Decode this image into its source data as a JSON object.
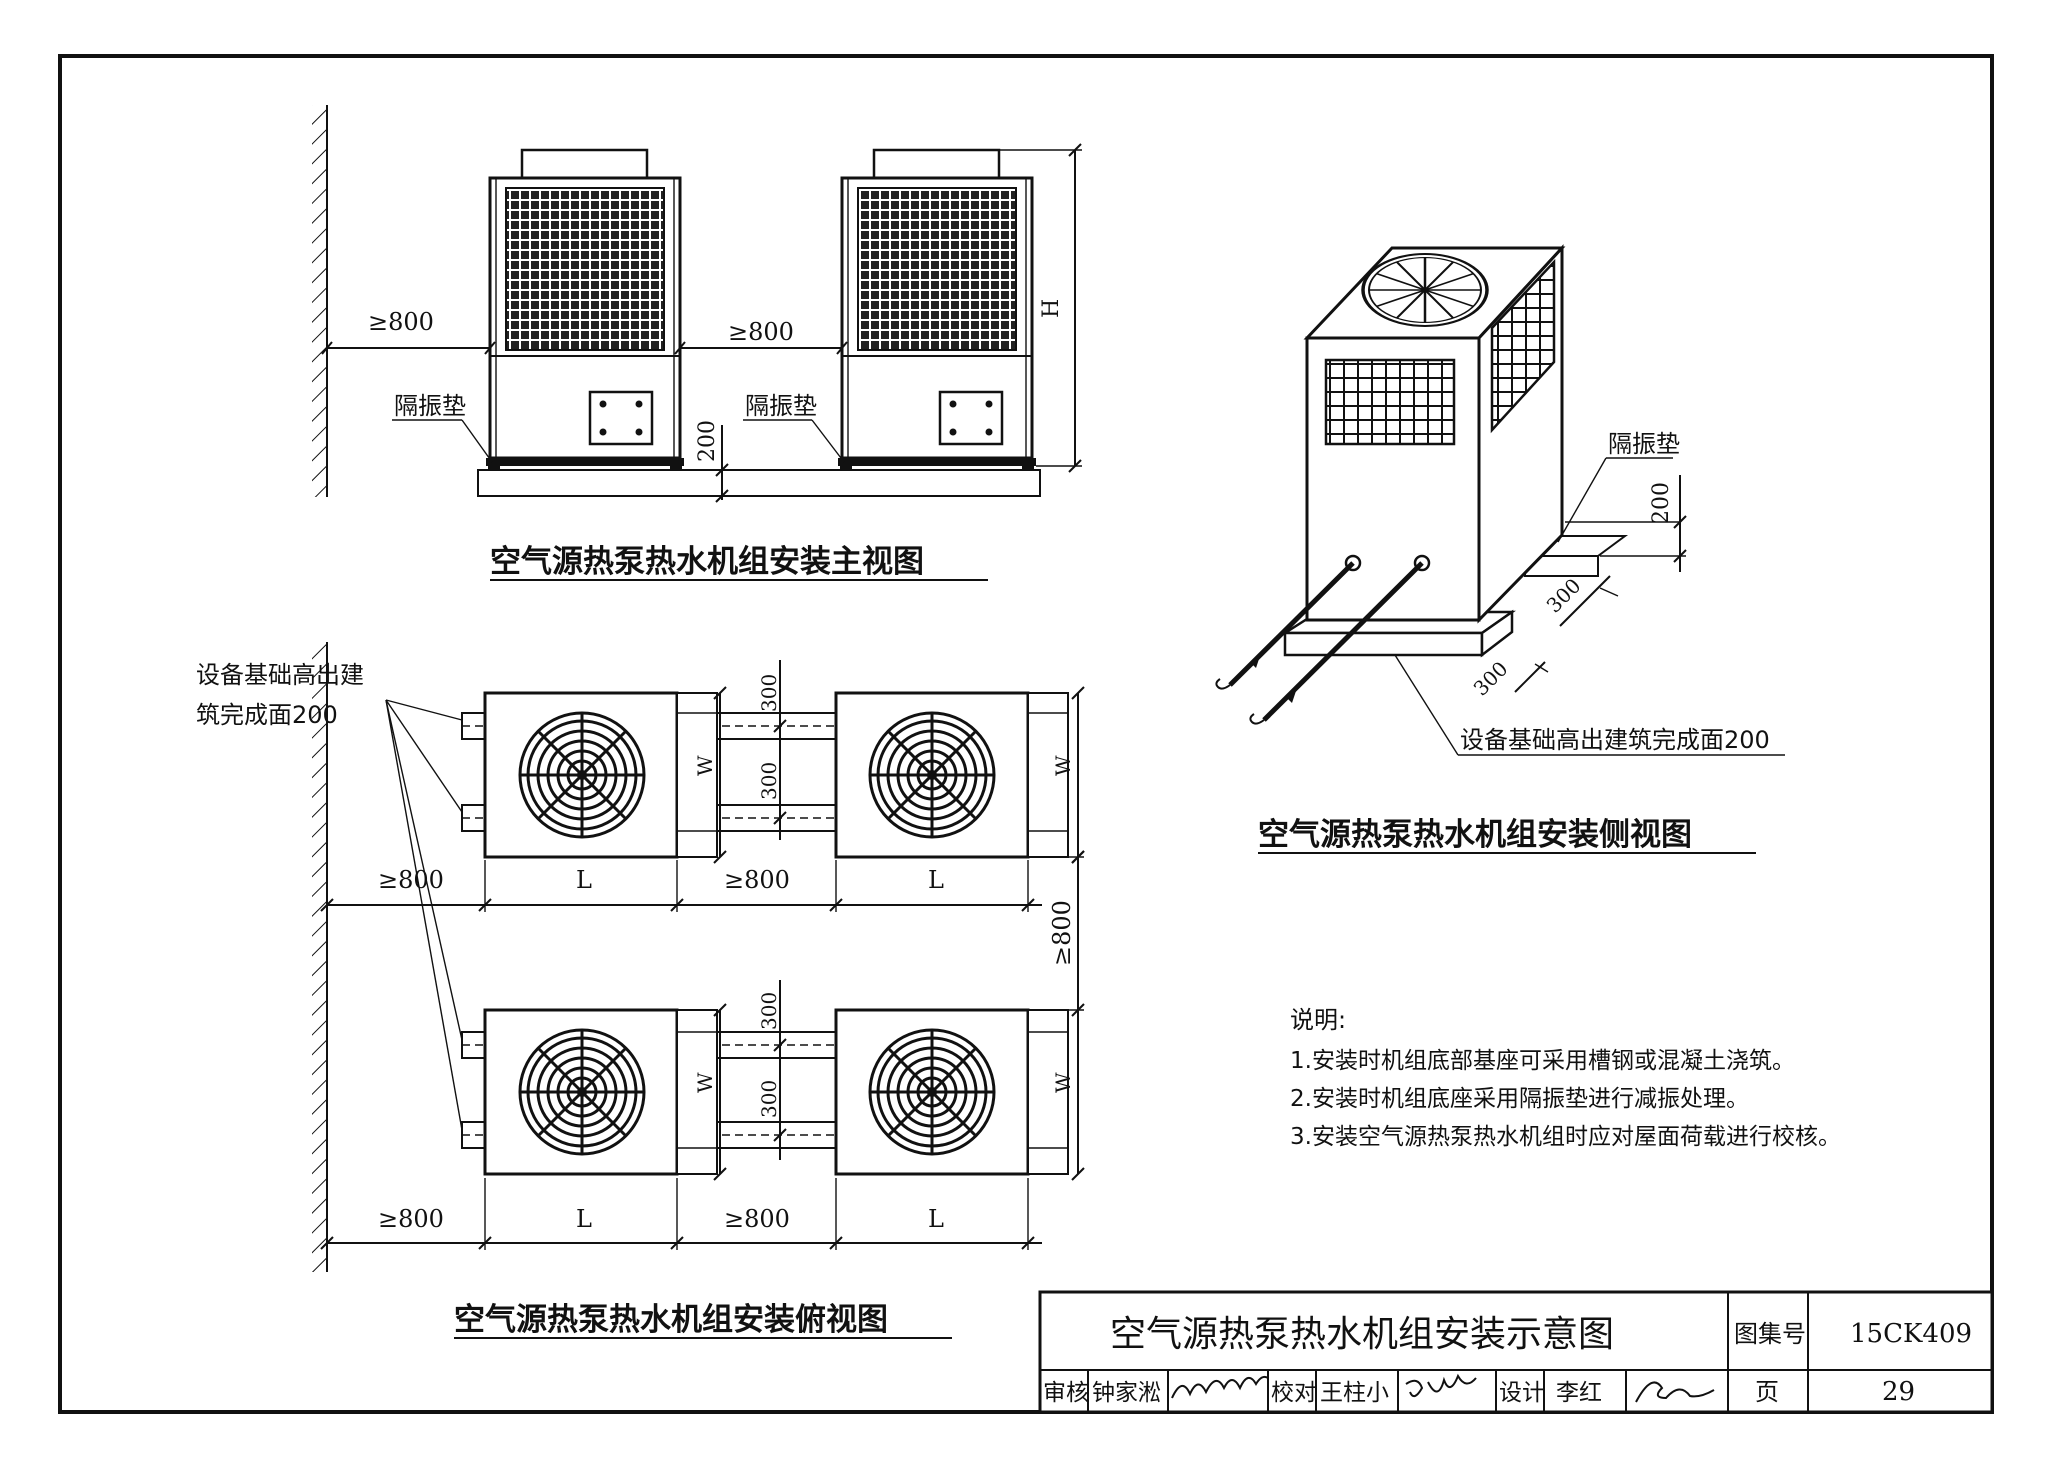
{
  "drawing": {
    "title": "空气源热泵热水机组安装示意图",
    "atlas_label": "图集号",
    "atlas_number": "15CK409",
    "page_label": "页",
    "page_number": "29",
    "review_label": "审核",
    "reviewer": "钟家淞",
    "check_label": "校对",
    "checker": "王柱小",
    "design_label": "设计",
    "designer": "李红"
  },
  "front_view": {
    "caption": "空气源热泵热水机组安装主视图",
    "clearance_wall": "≥800",
    "clearance_between": "≥800",
    "pad_label_1": "隔振垫",
    "pad_label_2": "隔振垫",
    "height_label": "H",
    "base_height": "200"
  },
  "side_view": {
    "caption": "空气源热泵热水机组安装侧视图",
    "pad_label": "隔振垫",
    "base_height": "200",
    "dim_a": "300",
    "dim_b": "300",
    "foundation_note": "设备基础高出建筑完成面200"
  },
  "top_view": {
    "caption": "空气源热泵热水机组安装俯视图",
    "foundation_note_line1": "设备基础高出建",
    "foundation_note_line2": "筑完成面200",
    "row1": {
      "clearance_wall": "≥800",
      "length_1": "L",
      "clearance_between": "≥800",
      "length_2": "L",
      "width_1": "W",
      "width_2": "W",
      "dim_top": "300",
      "dim_mid": "300"
    },
    "row_gap": "≥800",
    "row2": {
      "clearance_wall": "≥800",
      "length_1": "L",
      "clearance_between": "≥800",
      "length_2": "L",
      "width_1": "W",
      "width_2": "W",
      "dim_top": "300",
      "dim_mid": "300"
    }
  },
  "notes": {
    "heading": "说明:",
    "items": [
      "1.安装时机组底部基座可采用槽钢或混凝土浇筑。",
      "2.安装时机组底座采用隔振垫进行减振处理。",
      "3.安装空气源热泵热水机组时应对屋面荷载进行校核。"
    ]
  }
}
